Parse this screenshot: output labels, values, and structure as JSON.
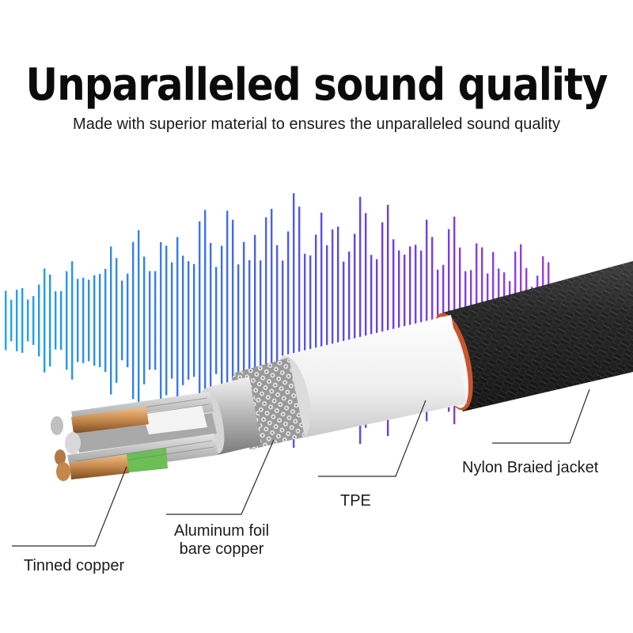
{
  "title": "Unparalleled sound quality",
  "subtitle": "Made with superior material to ensures the unparalleled sound quality",
  "labels": {
    "jacket": "Nylon Braied jacket",
    "tpe": "TPE",
    "foil_line1": "Aluminum foil",
    "foil_line2": "bare copper",
    "tinned": "Tinned copper"
  },
  "colors": {
    "wave_start": "#1f9be6",
    "wave_mid": "#5a3fe0",
    "wave_end": "#b13fe3",
    "jacket": "#1e1e1e",
    "tpe": "#f4f4f4",
    "copper": "#c48a4f",
    "copper_ring": "#c8552e"
  }
}
